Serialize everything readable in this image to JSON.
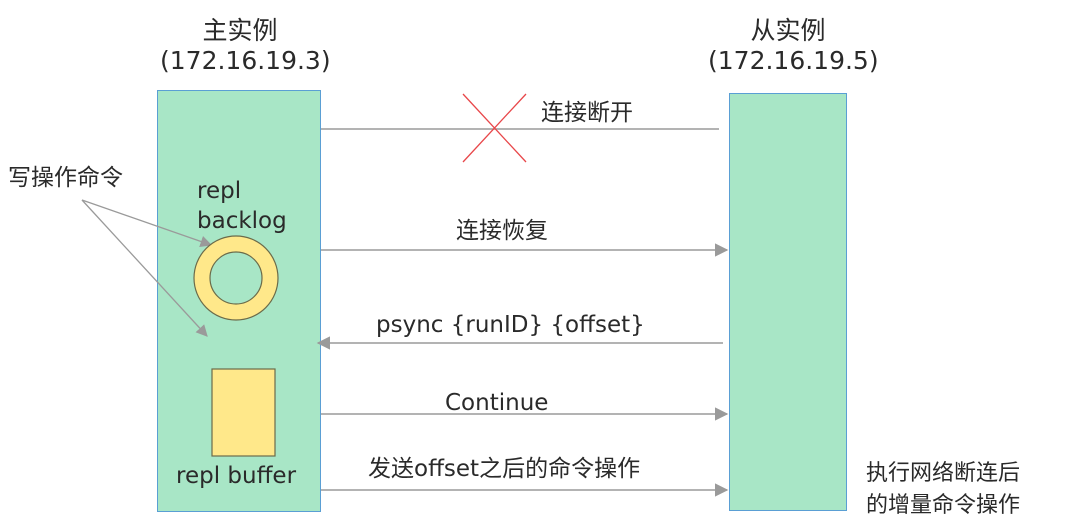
{
  "master": {
    "name": "主实例",
    "ip": "(172.16.19.3)"
  },
  "replica": {
    "name": "从实例",
    "ip": "(172.16.19.5)"
  },
  "write_ops_label": "写操作命令",
  "repl_backlog": {
    "line1": "repl",
    "line2": "backlog"
  },
  "repl_buffer_label": "repl buffer",
  "messages": {
    "disconnect": "连接断开",
    "reconnect": "连接恢复",
    "psync": "psync {runID} {offset}",
    "continue": "Continue",
    "send_ops": "发送offset之后的命令操作"
  },
  "replica_note": {
    "line1": "执行网络断连后",
    "line2": "的增量命令操作"
  },
  "colors": {
    "instance_fill": "#a8e6c6",
    "backlog_ring": "#ffe88a",
    "buffer_fill": "#ffe88a",
    "arrow": "#9a9a9a",
    "cross": "#e8474a"
  }
}
